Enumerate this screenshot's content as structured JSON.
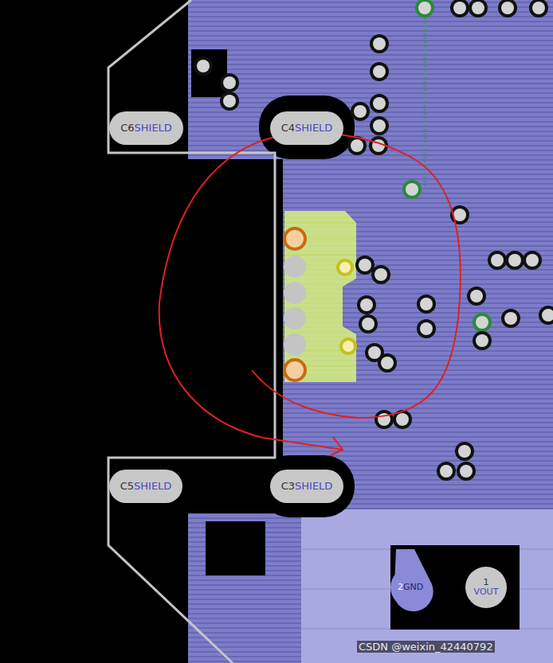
{
  "diagram": {
    "nodes": [
      {
        "text": [
          "C6",
          "SHIELD"
        ]
      },
      {
        "text": [
          "C4",
          "SHIELD"
        ]
      },
      {
        "text": [
          "C5",
          "SHIELD"
        ]
      },
      {
        "text": [
          "C3",
          "SHIELD"
        ]
      },
      {
        "text": [
          "2",
          "GND"
        ]
      },
      {
        "text": [
          "1",
          "VOUT"
        ]
      }
    ],
    "labels": [
      "CSDN @weixin_42440792"
    ]
  }
}
